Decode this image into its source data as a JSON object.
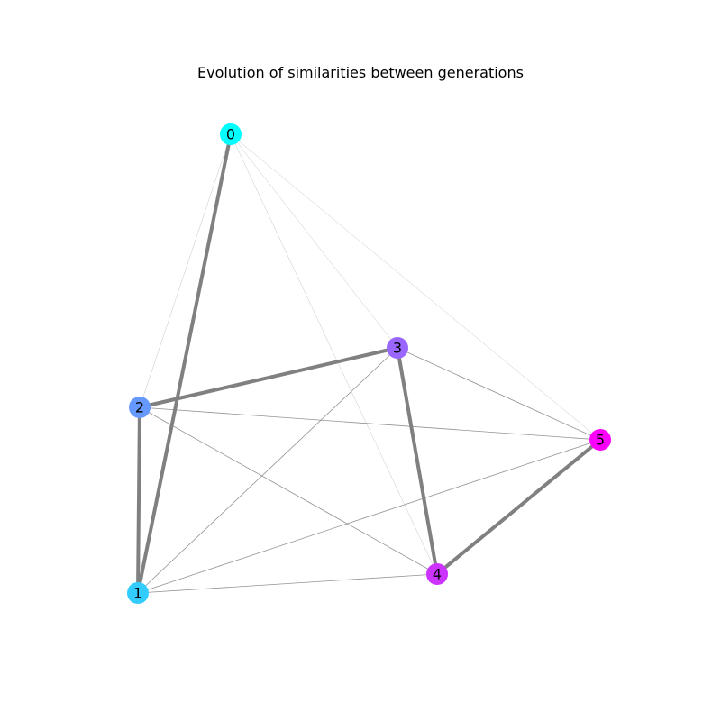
{
  "title": "Evolution of similarities between generations",
  "graph": {
    "nodes": [
      {
        "id": "0",
        "label": "0",
        "color": "#00ffff"
      },
      {
        "id": "1",
        "label": "1",
        "color": "#33ccff"
      },
      {
        "id": "2",
        "label": "2",
        "color": "#6699ff"
      },
      {
        "id": "3",
        "label": "3",
        "color": "#9966ff"
      },
      {
        "id": "4",
        "label": "4",
        "color": "#cc33ff"
      },
      {
        "id": "5",
        "label": "5",
        "color": "#ff00ff"
      }
    ],
    "edges": [
      {
        "source": "0",
        "target": "1",
        "weight": "strong"
      },
      {
        "source": "0",
        "target": "2",
        "weight": "faint"
      },
      {
        "source": "0",
        "target": "3",
        "weight": "faint"
      },
      {
        "source": "0",
        "target": "4",
        "weight": "faint"
      },
      {
        "source": "0",
        "target": "5",
        "weight": "faint"
      },
      {
        "source": "1",
        "target": "2",
        "weight": "strong"
      },
      {
        "source": "1",
        "target": "3",
        "weight": "light"
      },
      {
        "source": "1",
        "target": "4",
        "weight": "light"
      },
      {
        "source": "1",
        "target": "5",
        "weight": "light"
      },
      {
        "source": "2",
        "target": "3",
        "weight": "strong"
      },
      {
        "source": "2",
        "target": "4",
        "weight": "light"
      },
      {
        "source": "2",
        "target": "5",
        "weight": "light"
      },
      {
        "source": "3",
        "target": "4",
        "weight": "strong"
      },
      {
        "source": "3",
        "target": "5",
        "weight": "light"
      },
      {
        "source": "4",
        "target": "5",
        "weight": "strong"
      }
    ],
    "edge_color": "#808080"
  }
}
